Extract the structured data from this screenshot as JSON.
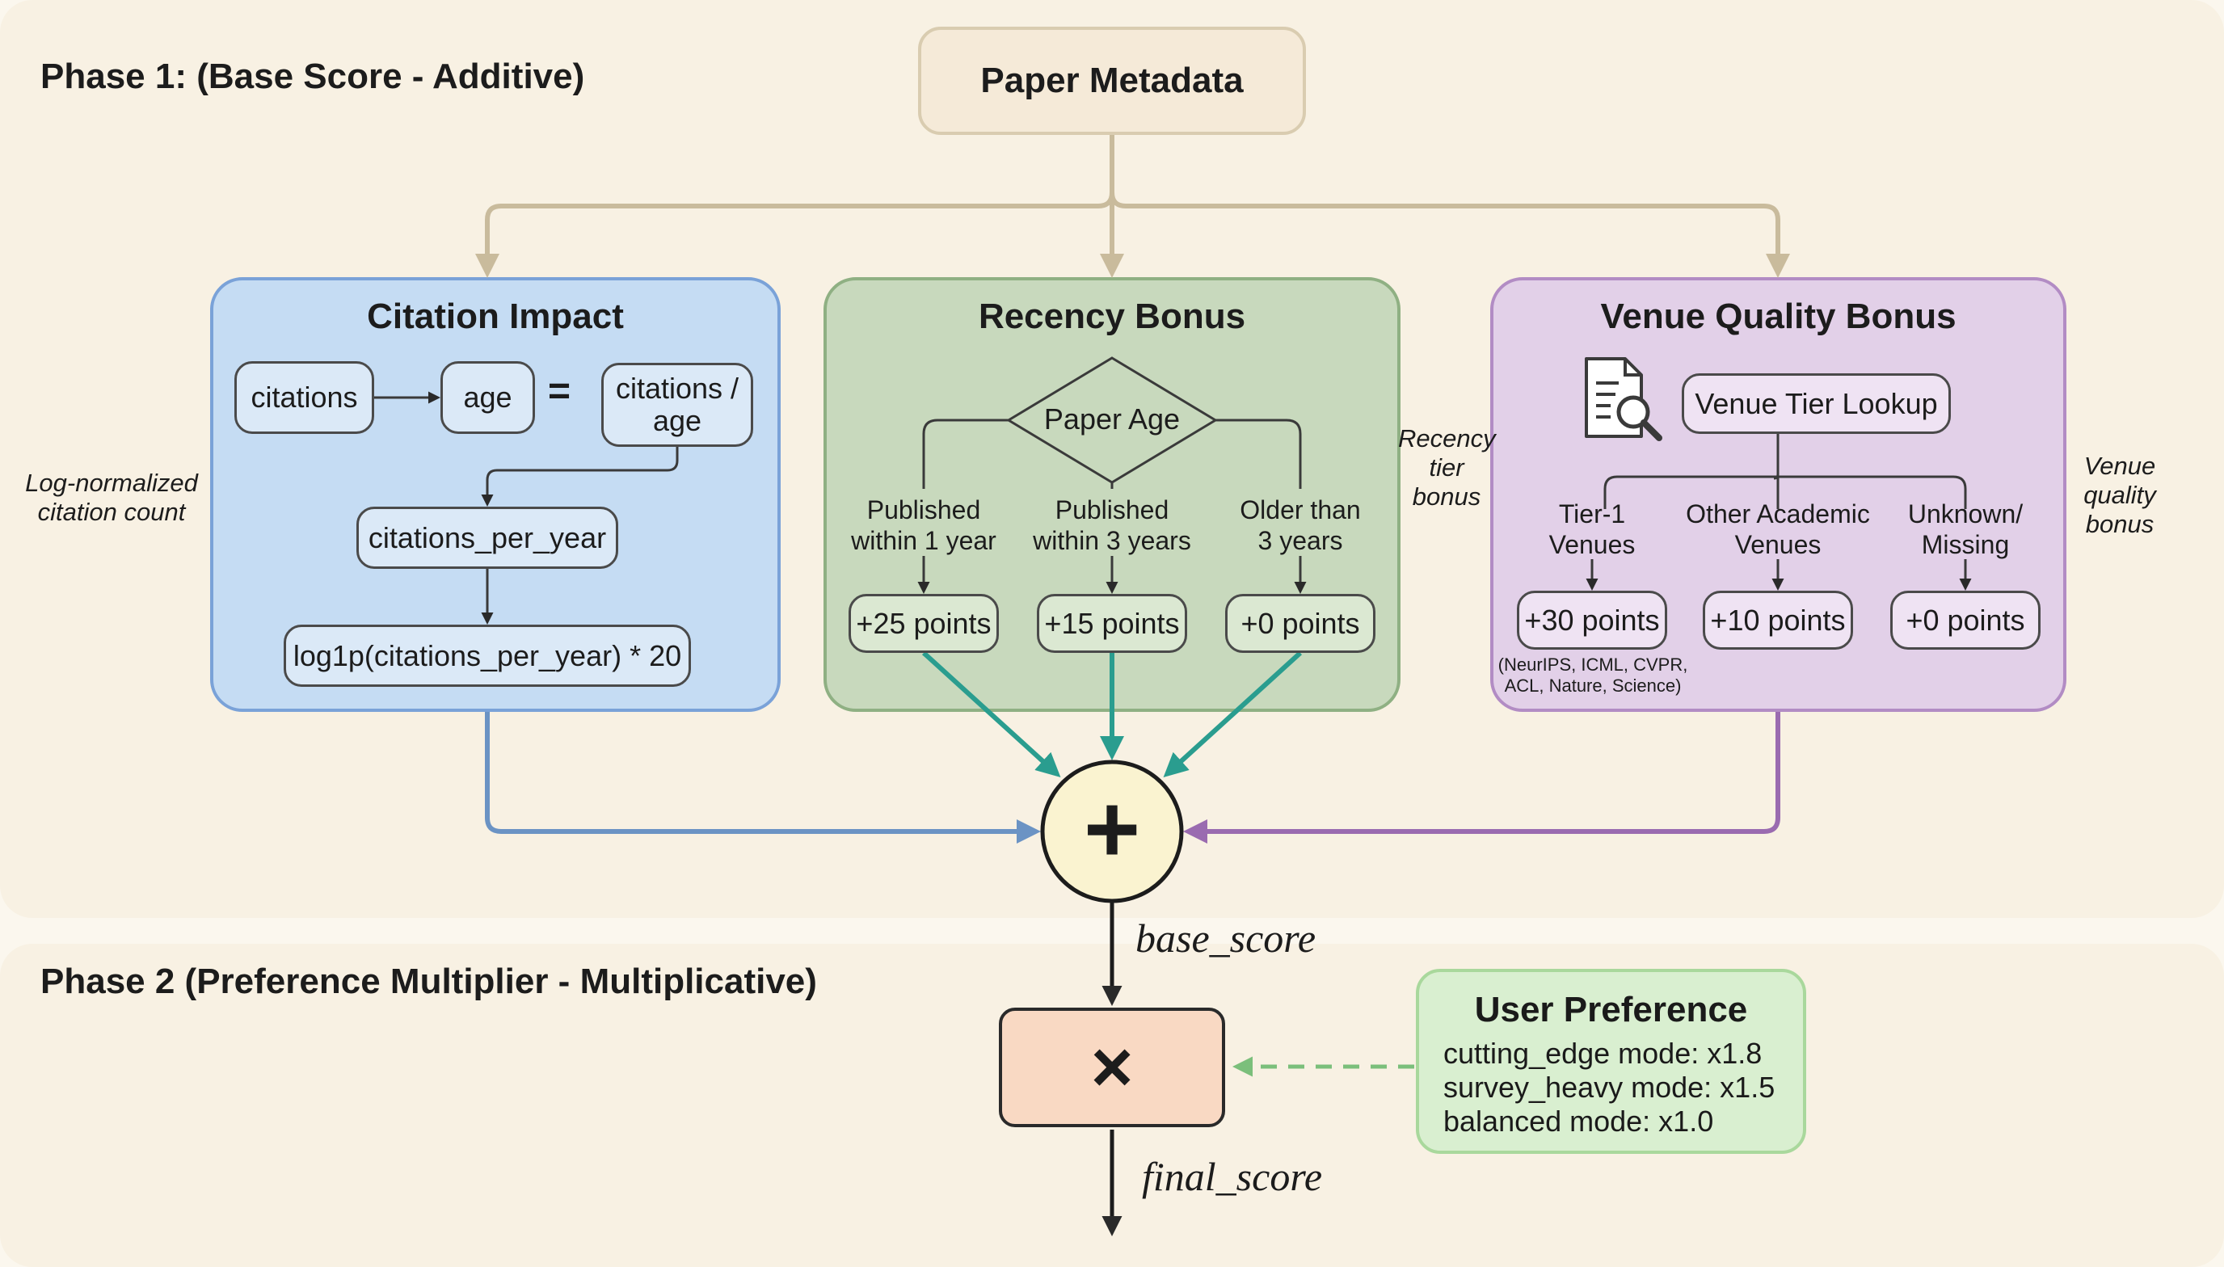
{
  "phase1": {
    "title": "Phase 1: (Base Score - Additive)"
  },
  "phase2": {
    "title": "Phase 2 (Preference Multiplier - Multiplicative)"
  },
  "metadata": {
    "label": "Paper Metadata"
  },
  "citation": {
    "title": "Citation Impact",
    "citations": "citations",
    "age": "age",
    "equals": "=",
    "ratio_line1": "citations /",
    "ratio_line2": "age",
    "per_year": "citations_per_year",
    "formula": "log1p(citations_per_year) * 20",
    "side_line1": "Log-normalized",
    "side_line2": "citation count"
  },
  "recency": {
    "title": "Recency Bonus",
    "decision": "Paper Age",
    "branch1_line1": "Published",
    "branch1_line2": "within 1 year",
    "branch2_line1": "Published",
    "branch2_line2": "within 3 years",
    "branch3_line1": "Older than",
    "branch3_line2": "3 years",
    "pts1": "+25 points",
    "pts2": "+15 points",
    "pts3": "+0 points",
    "side_line1": "Recency",
    "side_line2": "tier",
    "side_line3": "bonus"
  },
  "venue": {
    "title": "Venue Quality Bonus",
    "lookup": "Venue Tier Lookup",
    "icon": "document-search-icon",
    "branch1_line1": "Tier-1",
    "branch1_line2": "Venues",
    "branch2_line1": "Other Academic",
    "branch2_line2": "Venues",
    "branch3_line1": "Unknown/",
    "branch3_line2": "Missing",
    "pts1": "+30 points",
    "pts2": "+10 points",
    "pts3": "+0 points",
    "note_line1": "(NeurIPS, ICML, CVPR,",
    "note_line2": "ACL, Nature, Science)",
    "side_line1": "Venue",
    "side_line2": "quality",
    "side_line3": "bonus"
  },
  "sum_symbol": "+",
  "base_score": "base_score",
  "multiply_symbol": "×",
  "final_score": "final_score",
  "preference": {
    "title": "User Preference",
    "line1": "cutting_edge mode: x1.8",
    "line2": "survey_heavy mode: x1.5",
    "line3": "balanced mode: x1.0"
  },
  "colors": {
    "citation_fill": "#c5dcf3",
    "citation_border": "#7aa2d8",
    "recency_fill": "#c8d9bd",
    "recency_border": "#8fb083",
    "venue_fill": "#e2d0e8",
    "venue_border": "#b28cc4",
    "metadata_fill": "#f5ead8",
    "multiply_fill": "#f9d9c3",
    "preference_fill": "#d9efd0",
    "sum_fill": "#faf3d0",
    "teal_arrow": "#2a9d8f",
    "blue_arrow": "#6b93c4",
    "purple_arrow": "#9a6bb0",
    "tan_arrow": "#c9bb9c"
  }
}
